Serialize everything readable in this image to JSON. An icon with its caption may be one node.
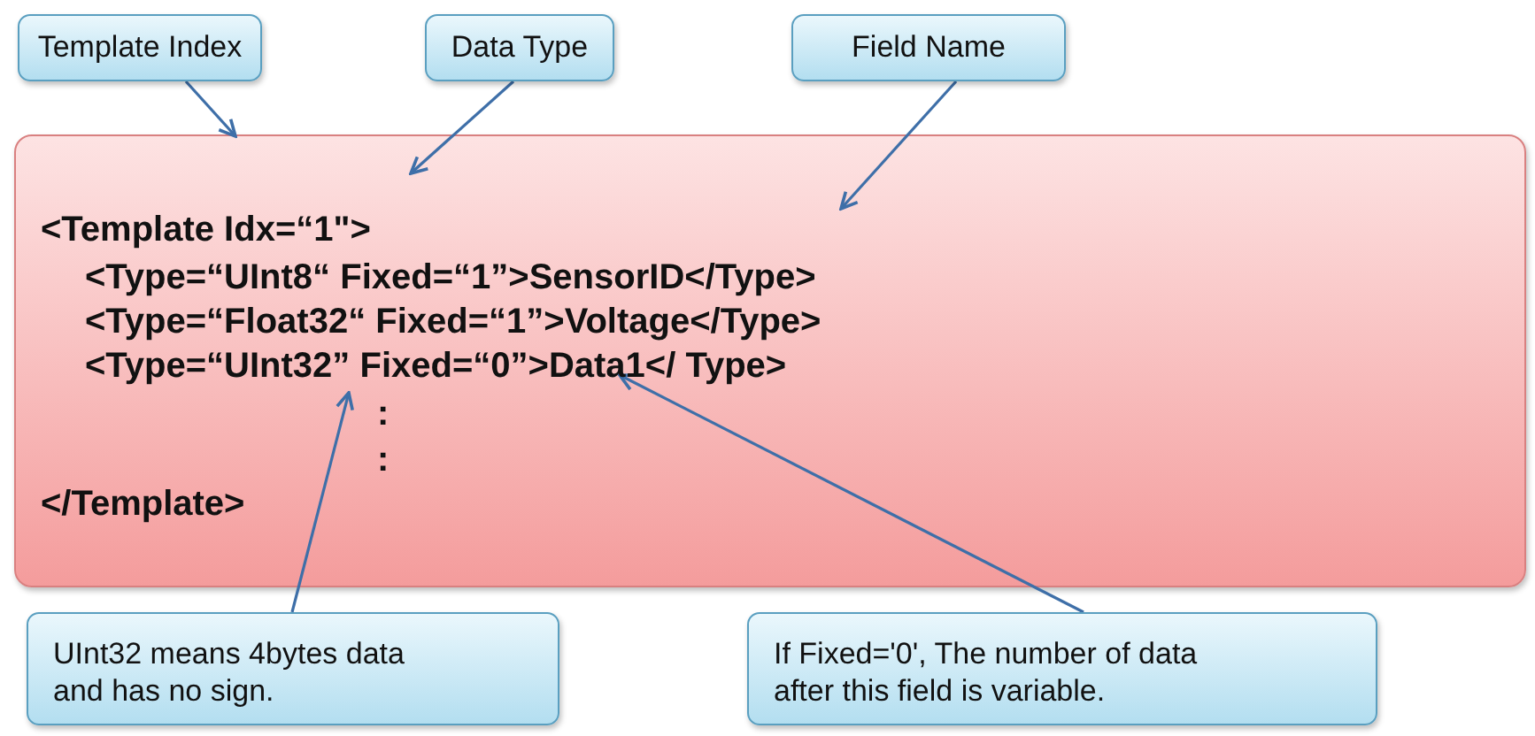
{
  "diagram": {
    "nodes": [
      {
        "text": [
          "Template Index"
        ]
      },
      {
        "text": [
          "Data Type"
        ]
      },
      {
        "text": [
          "Field Name"
        ]
      },
      {
        "text": [
          "<Template Idx=“1\">",
          "<Type=“UInt8“ Fixed=“1”>SensorID</Type>",
          "<Type=“Float32“ Fixed=“1”>Voltage</Type>",
          "<Type=“UInt32” Fixed=“0”>Data1</ Type>",
          ":",
          ":",
          "</Template>"
        ]
      },
      {
        "text": [
          "UInt32 means 4bytes data and has no sign."
        ]
      },
      {
        "text": [
          "If Fixed='0', The number of data after this field is variable."
        ]
      }
    ],
    "edges": [
      {
        "from": 0,
        "to": 3,
        "arrow": "to"
      },
      {
        "from": 1,
        "to": 3,
        "arrow": "to"
      },
      {
        "from": 2,
        "to": 3,
        "arrow": "to"
      },
      {
        "from": 4,
        "to": 3,
        "arrow": "to"
      },
      {
        "from": 5,
        "to": 3,
        "arrow": "to"
      }
    ]
  }
}
